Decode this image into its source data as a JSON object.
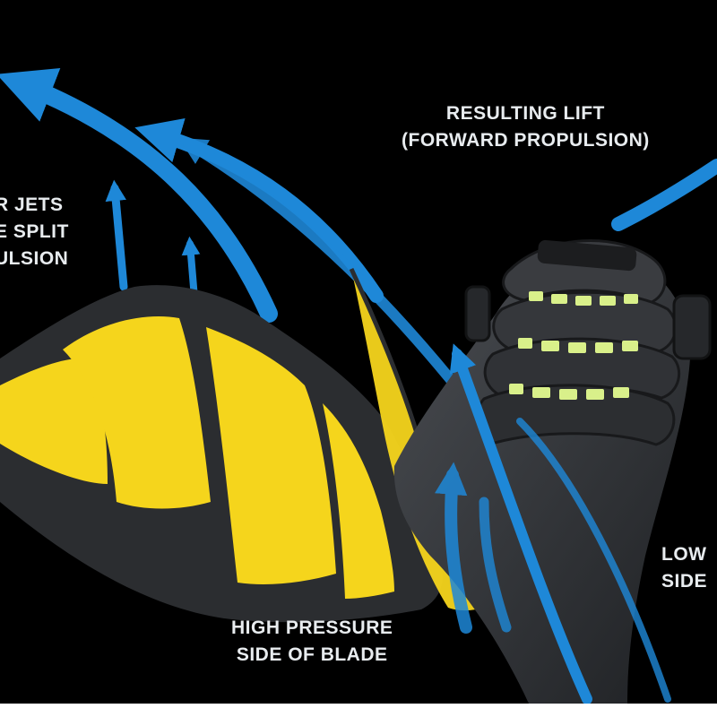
{
  "labels": {
    "lift": {
      "line1": "RESULTING LIFT",
      "line2": "(FORWARD PROPULSION)"
    },
    "jets": {
      "line1": "R JETS",
      "line2": "E SPLIT",
      "line3": "ULSION"
    },
    "high_pressure": {
      "line1": "HIGH PRESSURE",
      "line2": "SIDE OF BLADE"
    },
    "low": {
      "line1": "LOW",
      "line2": "SIDE"
    }
  },
  "colors": {
    "background": "#000000",
    "blade_yellow": "#f5d51c",
    "rubber_dark": "#2b2d30",
    "arrow_blue": "#1e88d8",
    "vent_green": "#d9f08a"
  },
  "icons": [
    "flow-arrow-icon"
  ]
}
